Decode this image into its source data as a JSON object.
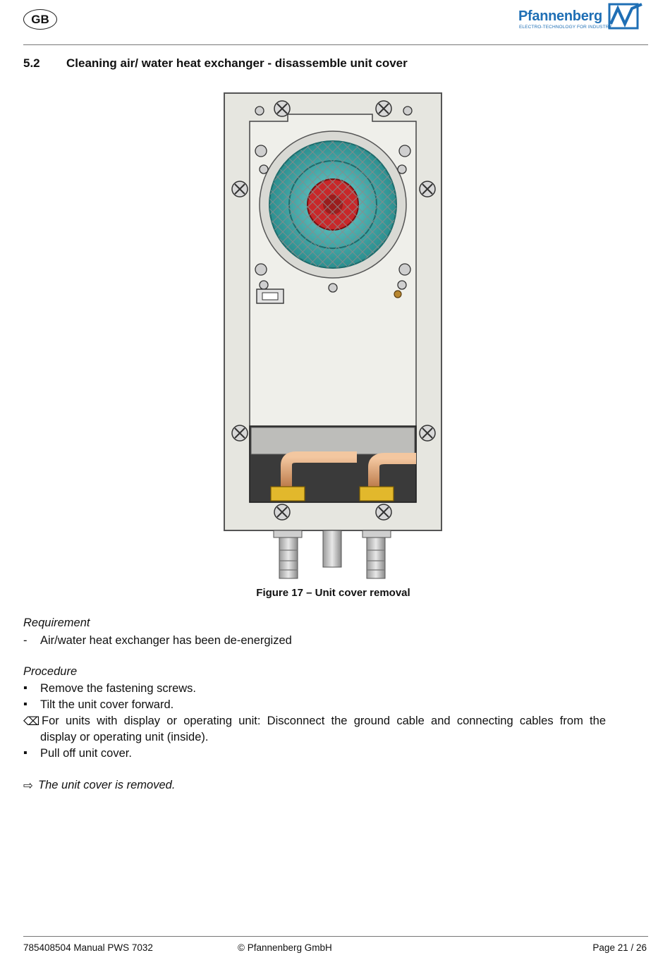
{
  "header": {
    "language_badge": "GB",
    "logo_name": "Pfannenberg",
    "logo_tagline": "ELECTRO-TECHNOLOGY FOR INDUSTRY"
  },
  "section": {
    "number": "5.2",
    "title": "Cleaning air/ water heat exchanger - disassemble unit cover"
  },
  "figure": {
    "caption": "Figure 17 – Unit cover removal"
  },
  "requirement": {
    "heading": "Requirement",
    "marker": "-",
    "item": "Air/water heat exchanger has been de-energized"
  },
  "procedure": {
    "heading": "Procedure",
    "bullet": "▪",
    "steps": [
      "Remove the fastening screws.",
      "Tilt the unit cover forward."
    ],
    "note_icon": "⌫",
    "note_line1": "For units with display or operating unit: Disconnect the ground cable and connecting cables from the",
    "note_line2": "display or operating unit (inside).",
    "last_step": "Pull off unit cover."
  },
  "result": {
    "icon": "⇨",
    "text": "The unit cover is removed."
  },
  "footer": {
    "doc": "785408504 Manual PWS 7032",
    "copyright": "© Pfannenberg GmbH",
    "page": "Page 21 / 26"
  },
  "colors": {
    "logo_blue": "#1f6fb5",
    "fan_teal": "#3fa3a3",
    "hub_red": "#c8282a",
    "copper": "#d28b55",
    "brass": "#e2b82c"
  }
}
